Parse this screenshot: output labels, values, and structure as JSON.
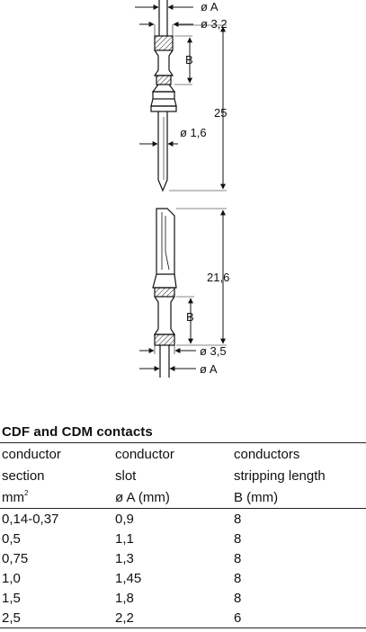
{
  "diagram": {
    "top_contact": {
      "label_dia_a": "ø A",
      "label_dia_small": "ø 3,2",
      "label_b": "B",
      "label_length": "25",
      "label_pin_dia": "ø 1,6"
    },
    "bottom_contact": {
      "label_length": "21,6",
      "label_b": "B",
      "label_dia_small": "ø 3,5",
      "label_dia_a": "ø A"
    }
  },
  "table": {
    "title": "CDF and CDM contacts",
    "headers": [
      [
        "conductor",
        "section",
        "mm"
      ],
      [
        "conductor",
        "slot",
        "ø A (mm)"
      ],
      [
        "conductors",
        "stripping length",
        "B (mm)"
      ]
    ],
    "unit_superscript": "2",
    "rows": [
      [
        "0,14-0,37",
        "0,9",
        "8"
      ],
      [
        "0,5",
        "1,1",
        "8"
      ],
      [
        "0,75",
        "1,3",
        "8"
      ],
      [
        "1,0",
        "1,45",
        "8"
      ],
      [
        "1,5",
        "1,8",
        "8"
      ],
      [
        "2,5",
        "2,2",
        "6"
      ]
    ]
  }
}
